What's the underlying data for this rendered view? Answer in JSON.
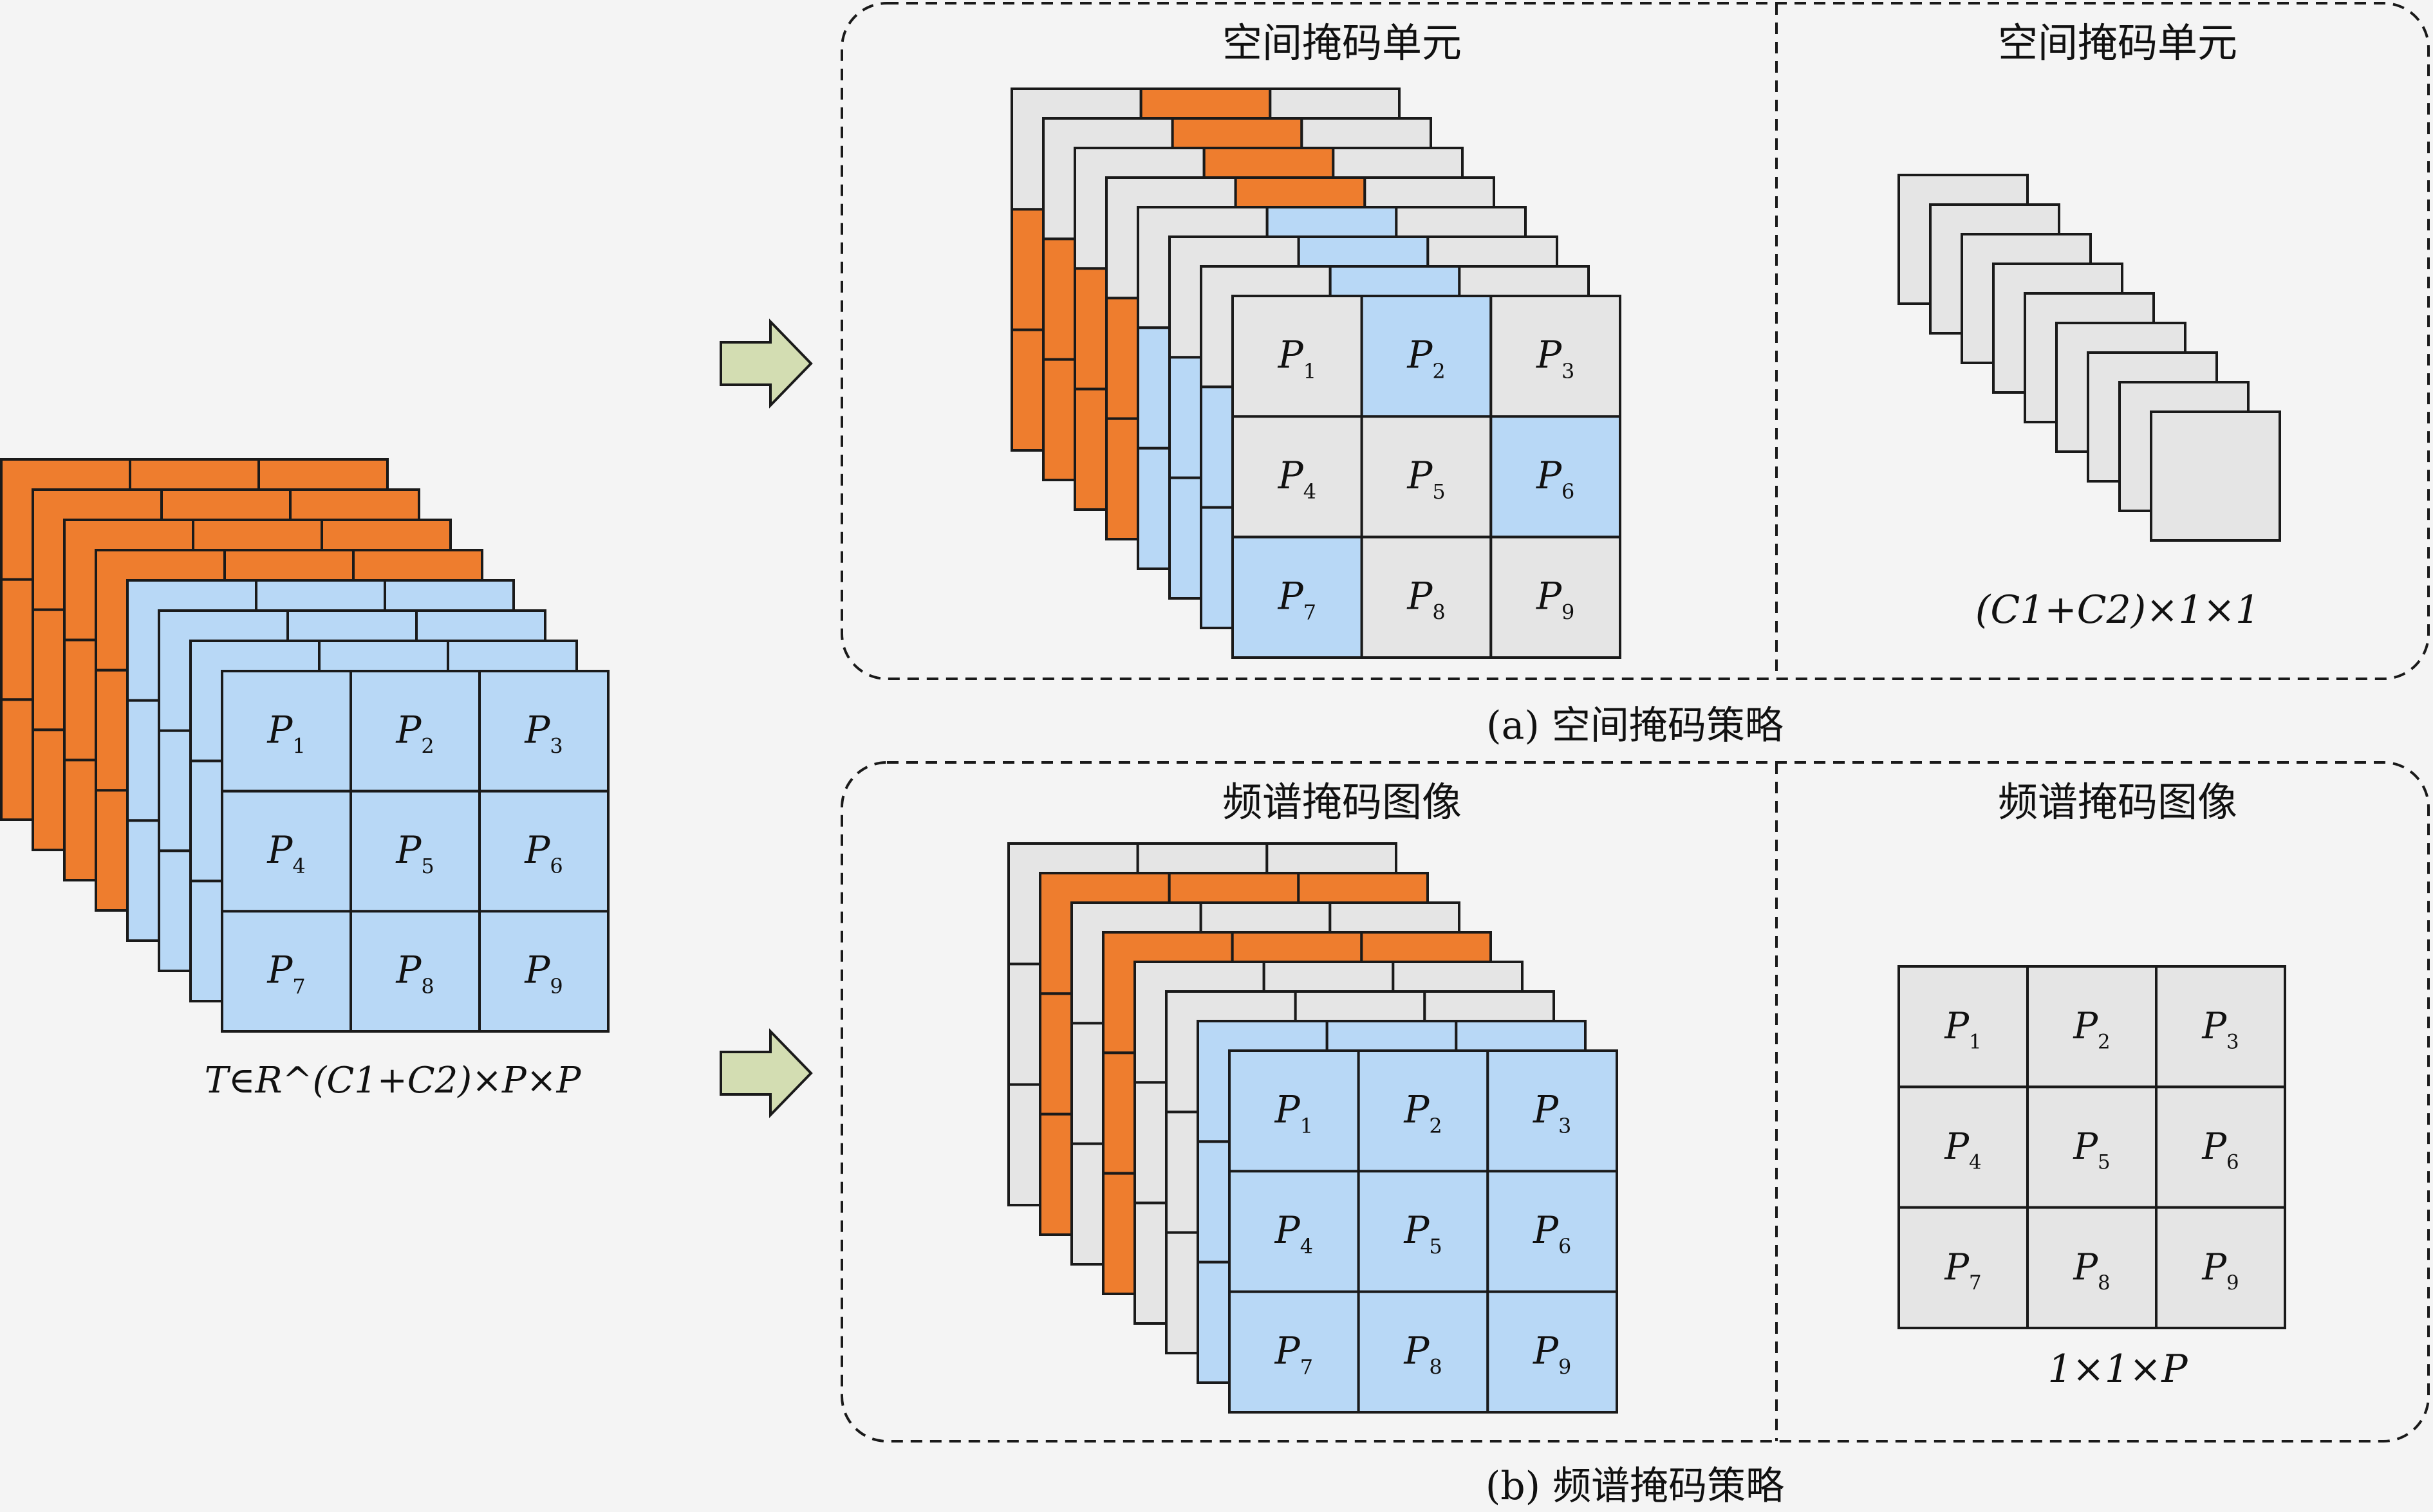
{
  "colors": {
    "orange": "#ee7d2e",
    "blue": "#b8d8f6",
    "gray": "#e5e5e5",
    "background": "#f4f4f4",
    "arrow": "#d3ddb2",
    "stroke": "#1a1a1a"
  },
  "input_tensor": {
    "label": "T∈R^(C1+C2)×P×P",
    "layers": [
      "orange",
      "orange",
      "orange",
      "orange",
      "blue",
      "blue",
      "blue",
      "blue"
    ],
    "patches": [
      "P1",
      "P2",
      "P3",
      "P4",
      "P5",
      "P6",
      "P7",
      "P8",
      "P9"
    ]
  },
  "panel_a": {
    "caption": "(a) 空间掩码策略",
    "left_title": "空间掩码单元",
    "right_title": "空间掩码单元",
    "right_label": "(C1+C2)×1×1",
    "front_fill": [
      "gray",
      "blue",
      "gray",
      "gray",
      "gray",
      "blue",
      "blue",
      "gray",
      "gray"
    ],
    "layer_top_middle": [
      "orange",
      "orange",
      "orange",
      "orange",
      "blue",
      "blue",
      "blue"
    ],
    "layer_left_side": [
      "orange",
      "orange",
      "orange",
      "orange",
      "blue",
      "blue",
      "blue"
    ]
  },
  "panel_b": {
    "caption": "(b) 频谱掩码策略",
    "left_title": "频谱掩码图像",
    "right_title": "频谱掩码图像",
    "right_label": "1×1×P",
    "layers": [
      "gray",
      "orange",
      "gray",
      "orange",
      "gray",
      "gray",
      "blue",
      "blue"
    ]
  }
}
